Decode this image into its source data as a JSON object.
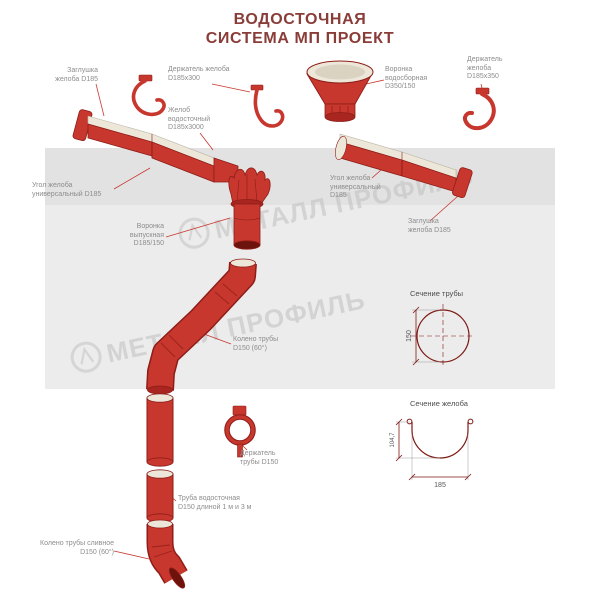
{
  "title": {
    "line1": "ВОДОСТОЧНАЯ",
    "line2": "СИСТЕМА МП ПРОЕКТ"
  },
  "watermark": {
    "text": "МЕТАЛЛ ПРОФИЛЬ"
  },
  "labels": {
    "zaglushka_left": "Заглушка желоба D185",
    "derzhatel_zheloba_300": "Держатель желоба D185х300",
    "voronka_vodosbornaya": "Воронка водосборная D350/150",
    "derzhatel_zheloba_350": "Держатель желоба D185х350",
    "zhelob_vodostochny": "Желоб водосточный D185х3000",
    "ugol_left": "Угол желоба универсальный D185",
    "ugol_right": "Угол желоба универсальный D185",
    "zaglushka_right": "Заглушка желоба D185",
    "voronka_vypusknaya": "Воронка выпускная D185/150",
    "koleno_truby": "Колено трубы D150 (60°)",
    "derzhatel_truby": "Держатель трубы D150",
    "truba_vodostochnaya": "Труба водосточная D150 длиной 1 м и 3 м",
    "koleno_slivnoe": "Колено трубы сливное D150 (60°)"
  },
  "sections": {
    "pipe": {
      "title": "Сечение трубы",
      "diameter": "150"
    },
    "gutter": {
      "title": "Сечение желоба",
      "width": "185",
      "height": "104,7"
    }
  },
  "colors": {
    "accent_red": "#C7372E",
    "outline_red": "#8E1D17",
    "cream": "#EDE7DA",
    "title_color": "#8A3C38",
    "label_gray": "#8D8D8D",
    "band_gray": "#E2E2E2",
    "watermark_gray": "#C3C3C3"
  }
}
